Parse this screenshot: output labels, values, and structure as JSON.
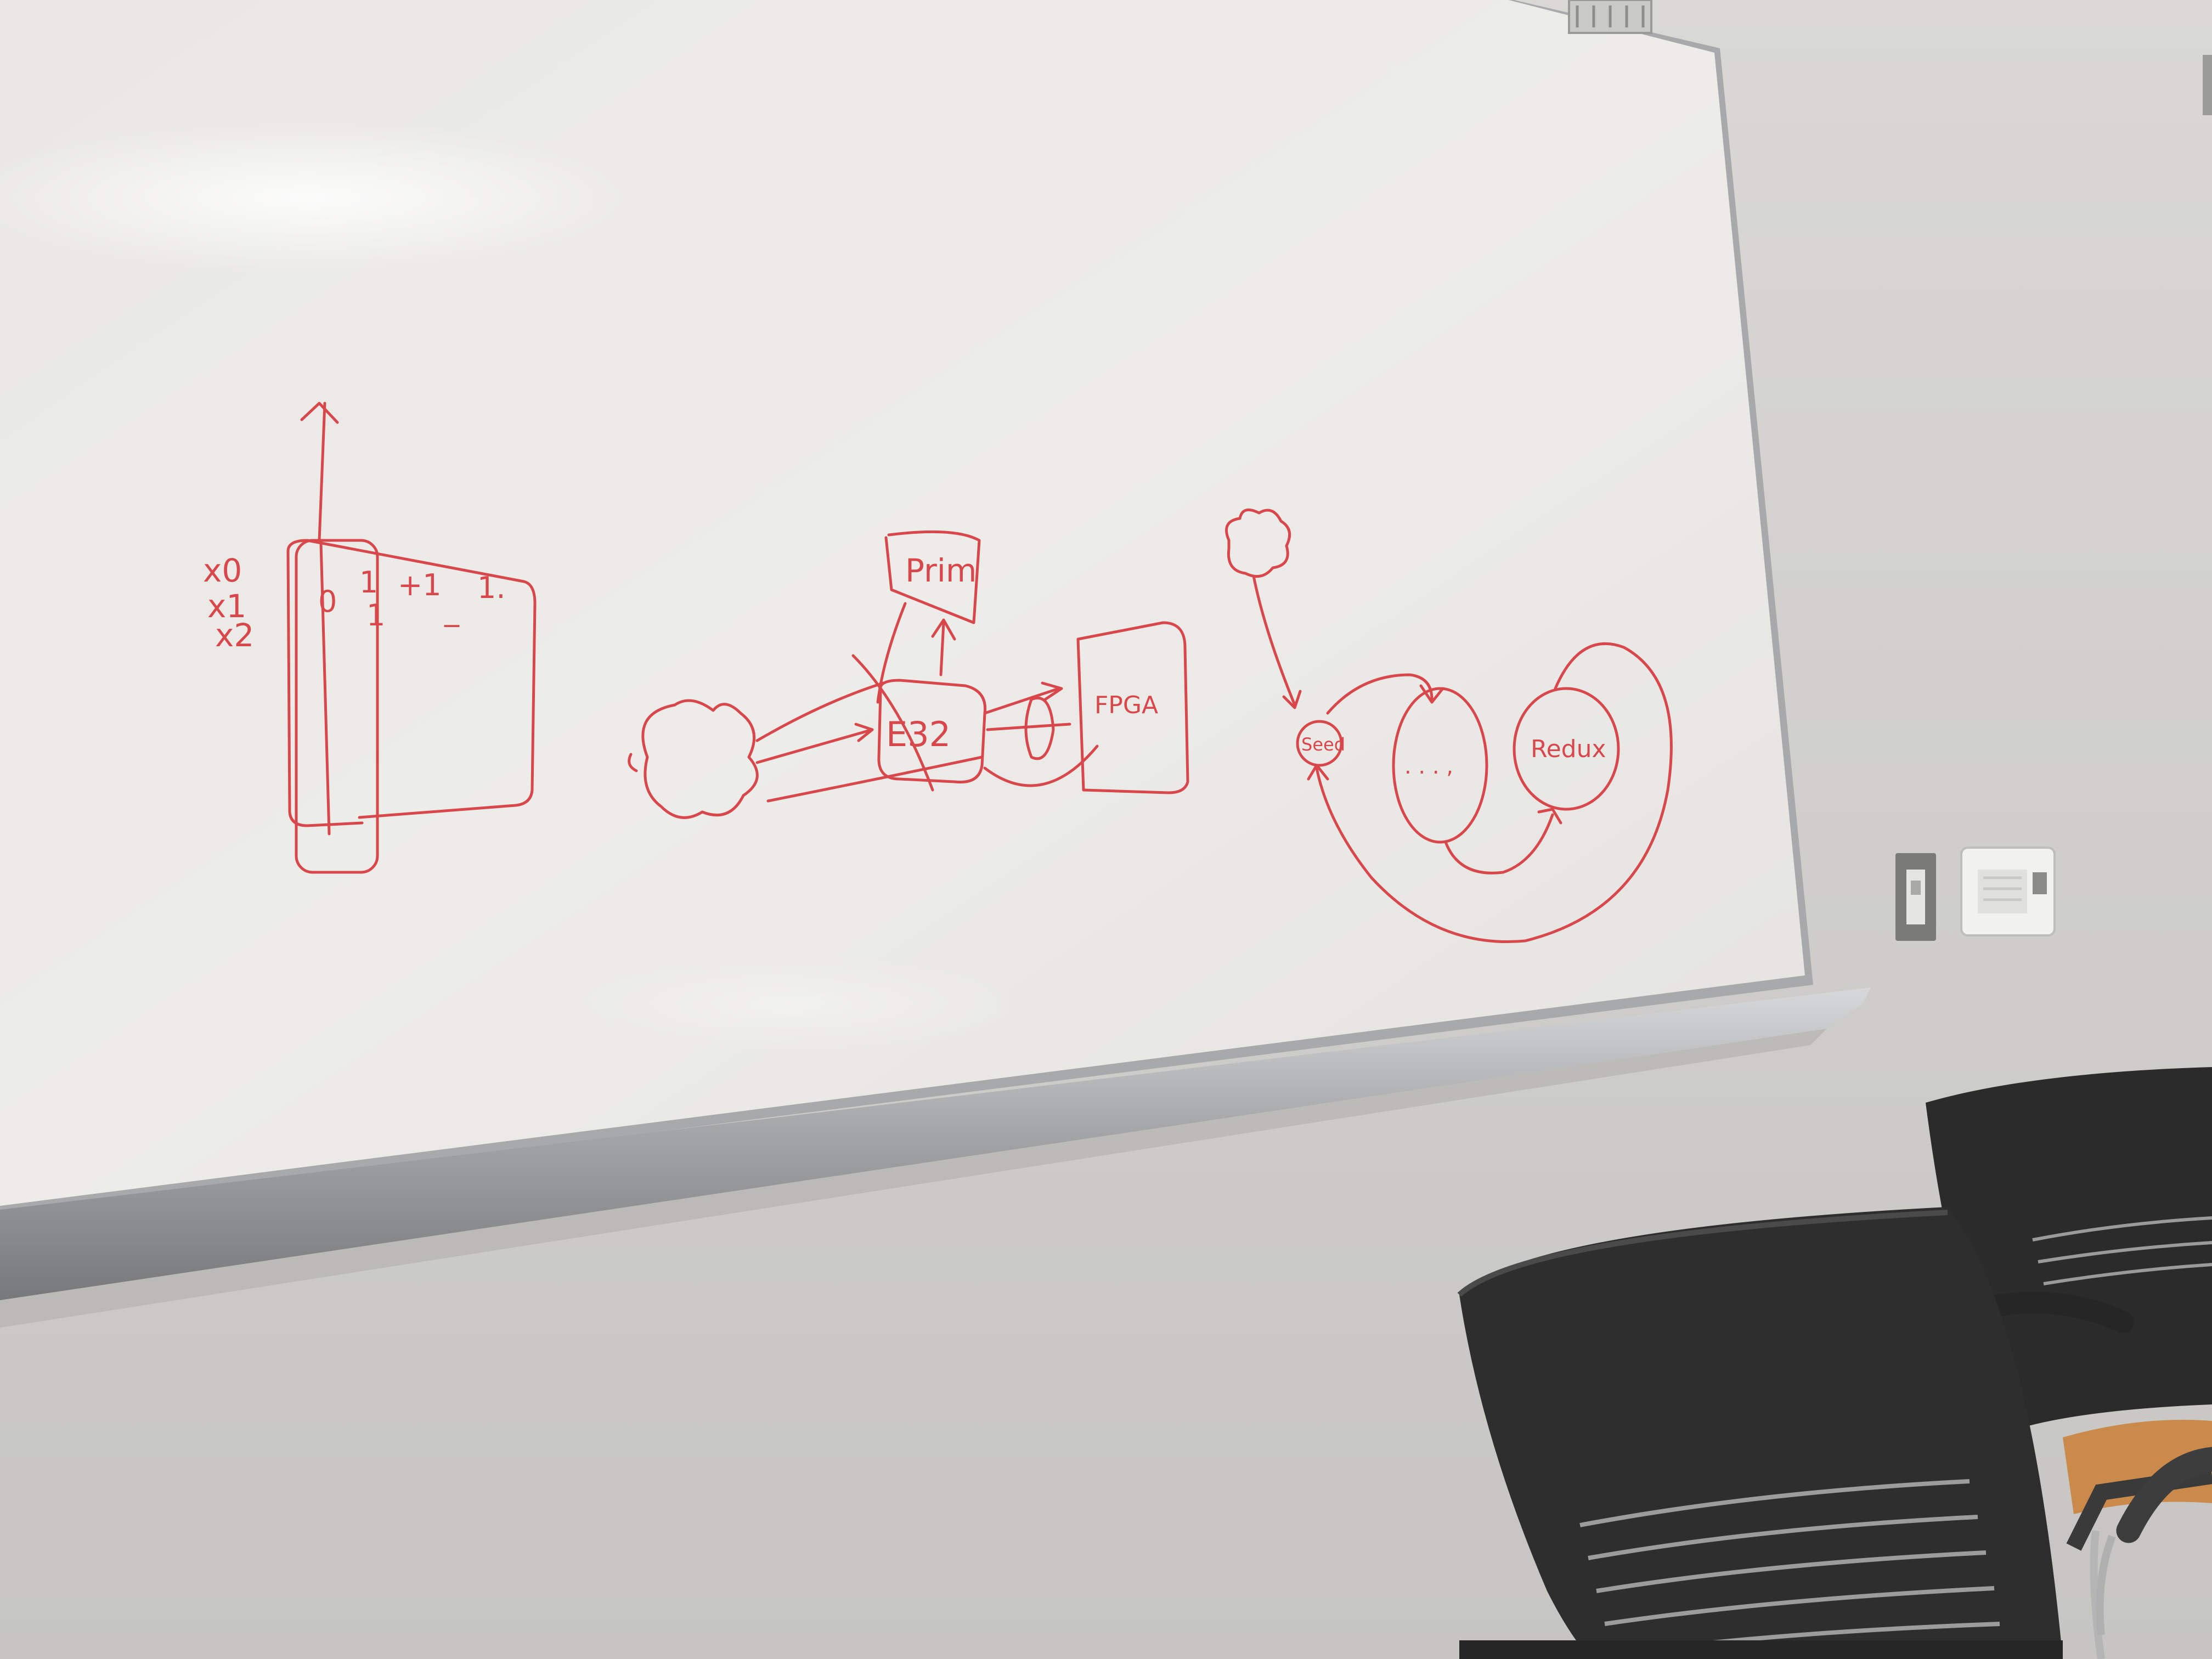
{
  "scene": {
    "colors": {
      "wall": "#d4d3d0",
      "board": "#ebeae6",
      "marker": "#d8474b",
      "frame": "#a8a9ab",
      "chair": "#2e2e2e",
      "seat_cushion": "#c98a4c"
    }
  },
  "whiteboard": {
    "drawing_1": {
      "labels": [
        "x0",
        "x1",
        "x2"
      ],
      "cell_text": [
        "0",
        "1",
        "+1",
        "1.",
        "1",
        "_"
      ]
    },
    "drawing_2": {
      "box_top_label": "Prim",
      "center_label": "E32",
      "right_box_label": "FPGA"
    },
    "drawing_3": {
      "node_left_label": "Seed",
      "node_middle_label": ". . . ,",
      "node_right_label": "Redux"
    }
  }
}
